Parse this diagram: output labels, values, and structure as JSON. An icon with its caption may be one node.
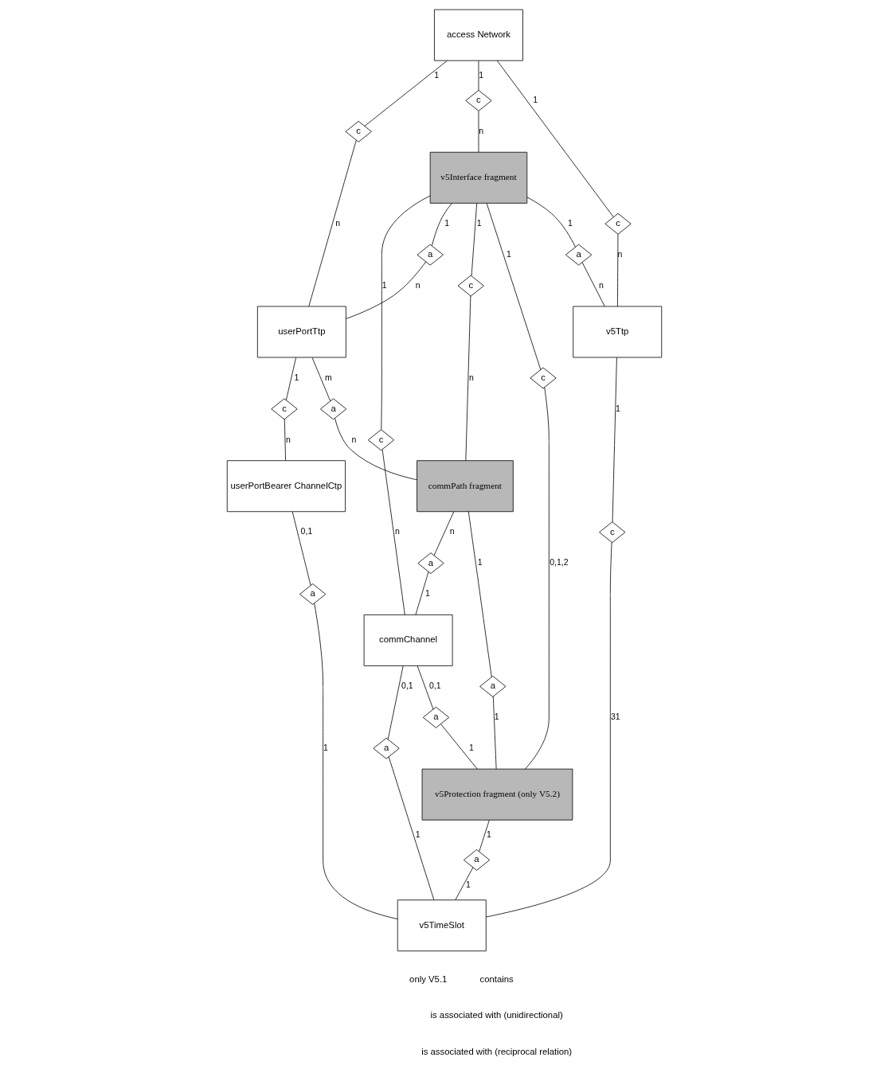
{
  "diagram": {
    "nodes": [
      {
        "text": [
          "access Network"
        ]
      },
      {
        "text": [
          "v5Ttp"
        ]
      },
      {
        "text": [
          "v5Interface fragment"
        ]
      },
      {
        "text": [
          "userPortTtp"
        ]
      },
      {
        "text": [
          "commPath fragment"
        ]
      },
      {
        "text": [
          "commChannel"
        ]
      },
      {
        "text": [
          "v5Protection fragment (only V5.2)"
        ]
      },
      {
        "text": [
          "userPortBearer ChannelCtp"
        ]
      },
      {
        "text": [
          "v5TimeSlot"
        ]
      },
      {
        "text": [
          "c"
        ]
      },
      {
        "text": [
          "c"
        ]
      },
      {
        "text": [
          "c"
        ]
      },
      {
        "text": [
          "a"
        ]
      },
      {
        "text": [
          "a"
        ]
      },
      {
        "text": [
          "c"
        ]
      },
      {
        "text": [
          "c"
        ]
      },
      {
        "text": [
          "c"
        ]
      },
      {
        "text": [
          "a"
        ]
      },
      {
        "text": [
          "a"
        ]
      },
      {
        "text": [
          "c"
        ]
      },
      {
        "text": [
          "a"
        ]
      },
      {
        "text": [
          "a"
        ]
      },
      {
        "text": [
          "a"
        ]
      },
      {
        "text": [
          "c"
        ]
      },
      {
        "text": [
          "a"
        ]
      },
      {
        "text": [
          "a"
        ]
      }
    ],
    "edges": [
      {
        "from": 0,
        "to": 9,
        "arrow": "none",
        "label": "1"
      },
      {
        "from": 9,
        "to": 3,
        "arrow": "none",
        "label": "n"
      },
      {
        "from": 0,
        "to": 10,
        "arrow": "none",
        "label": "1"
      },
      {
        "from": 10,
        "to": 2,
        "arrow": "none",
        "label": "n"
      },
      {
        "from": 0,
        "to": 11,
        "arrow": "none",
        "label": "1"
      },
      {
        "from": 11,
        "to": 1,
        "arrow": "none",
        "label": "n"
      },
      {
        "from": 2,
        "to": 12,
        "arrow": "none",
        "label": "1"
      },
      {
        "from": 12,
        "to": 3,
        "arrow": "none",
        "label": "n"
      },
      {
        "from": 2,
        "to": 13,
        "arrow": "none",
        "label": "1"
      },
      {
        "from": 13,
        "to": 1,
        "arrow": "none",
        "label": "n"
      },
      {
        "from": 2,
        "to": 14,
        "arrow": "none",
        "label": "1"
      },
      {
        "from": 14,
        "to": 4,
        "arrow": "none",
        "label": "n"
      },
      {
        "from": 2,
        "to": 15,
        "arrow": "none",
        "label": "1"
      },
      {
        "from": 15,
        "to": 6,
        "arrow": "none",
        "label": "0,1,2"
      },
      {
        "from": 2,
        "to": 16,
        "arrow": "none",
        "label": "1"
      },
      {
        "from": 16,
        "to": 5,
        "arrow": "none",
        "label": "n"
      },
      {
        "from": 3,
        "to": 17,
        "arrow": "none",
        "label": "m"
      },
      {
        "from": 17,
        "to": 4,
        "arrow": "none",
        "label": "n"
      },
      {
        "from": 4,
        "to": 18,
        "arrow": "none",
        "label": "n"
      },
      {
        "from": 18,
        "to": 5,
        "arrow": "none",
        "label": "1"
      },
      {
        "from": 3,
        "to": 19,
        "arrow": "none",
        "label": "1"
      },
      {
        "from": 19,
        "to": 7,
        "arrow": "none",
        "label": "n"
      },
      {
        "from": 4,
        "to": 20,
        "arrow": "none",
        "label": "1"
      },
      {
        "from": 20,
        "to": 6,
        "arrow": "none",
        "label": "1"
      },
      {
        "from": 5,
        "to": 21,
        "arrow": "none",
        "label": "0,1"
      },
      {
        "from": 21,
        "to": 6,
        "arrow": "none",
        "label": "1"
      },
      {
        "from": 5,
        "to": 22,
        "arrow": "none",
        "label": "0,1"
      },
      {
        "from": 22,
        "to": 8,
        "arrow": "none",
        "label": "1"
      },
      {
        "from": 1,
        "to": 23,
        "arrow": "none",
        "label": "1"
      },
      {
        "from": 23,
        "to": 8,
        "arrow": "none",
        "label": "31"
      },
      {
        "from": 6,
        "to": 24,
        "arrow": "none",
        "label": "1"
      },
      {
        "from": 24,
        "to": 8,
        "arrow": "none",
        "label": "1"
      },
      {
        "from": 7,
        "to": 25,
        "arrow": "none",
        "label": "0,1"
      },
      {
        "from": 25,
        "to": 8,
        "arrow": "none",
        "label": "1"
      }
    ],
    "labels": [
      "only V5.1"
    ],
    "legend": [
      {
        "text": "contains"
      },
      {
        "text": "is associated with (unidirectional)"
      },
      {
        "text": "is associated with (reciprocal relation)"
      }
    ]
  }
}
